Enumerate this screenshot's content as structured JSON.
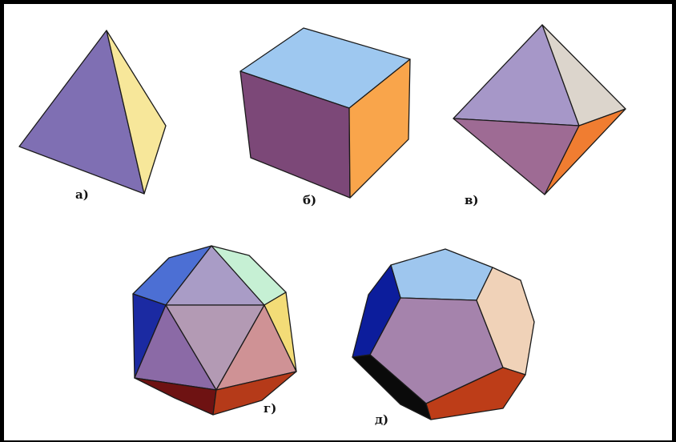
{
  "figure": {
    "labels": {
      "tetrahedron": "а)",
      "cube": "б)",
      "octahedron": "в)",
      "icosahedron": "г)",
      "dodecahedron": "д)"
    }
  },
  "colors": {
    "background": "#ffffff",
    "frame": "#000000",
    "edge": "#1a1a1a"
  }
}
